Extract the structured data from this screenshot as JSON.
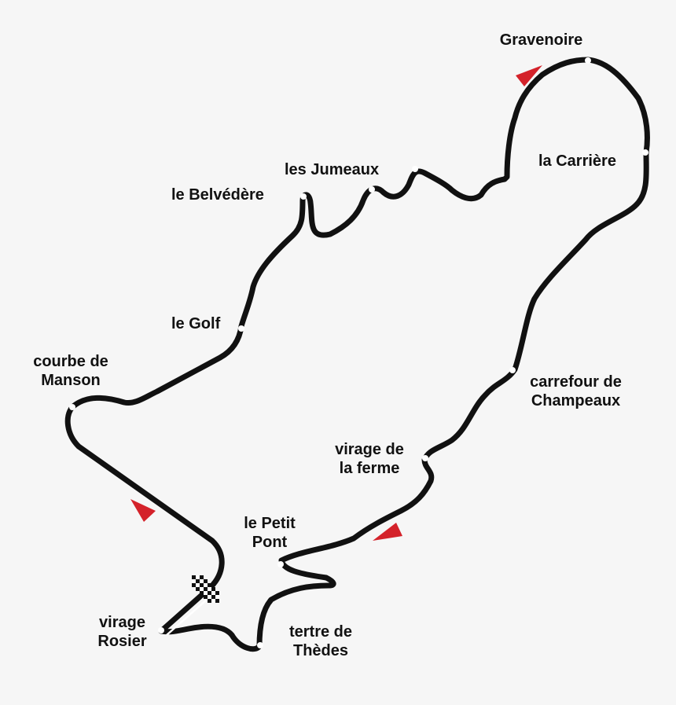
{
  "colors": {
    "background": "#f6f6f6",
    "track": "#111111",
    "marker": "#ffffff",
    "direction_arrow": "#d4222a",
    "label_text": "#111111"
  },
  "icons": {
    "direction": "red-direction-arrow",
    "start_finish": "checkered-flag"
  },
  "labels": {
    "gravenoire": [
      "Gravenoire"
    ],
    "la_carriere": [
      "la Carrière"
    ],
    "les_jumeaux": [
      "les Jumeaux"
    ],
    "le_belvedere": [
      "le Belvédère"
    ],
    "le_golf": [
      "le Golf"
    ],
    "courbe_de_manson": [
      "courbe de",
      "Manson"
    ],
    "carrefour_de_champeaux": [
      "carrefour de",
      "Champeaux"
    ],
    "virage_de_la_ferme": [
      "virage de",
      "la ferme"
    ],
    "le_petit_pont": [
      "le Petit",
      "Pont"
    ],
    "tertre_de_thedes": [
      "tertre de",
      "Thèdes"
    ],
    "virage_rosier": [
      "virage",
      "Rosier"
    ]
  }
}
